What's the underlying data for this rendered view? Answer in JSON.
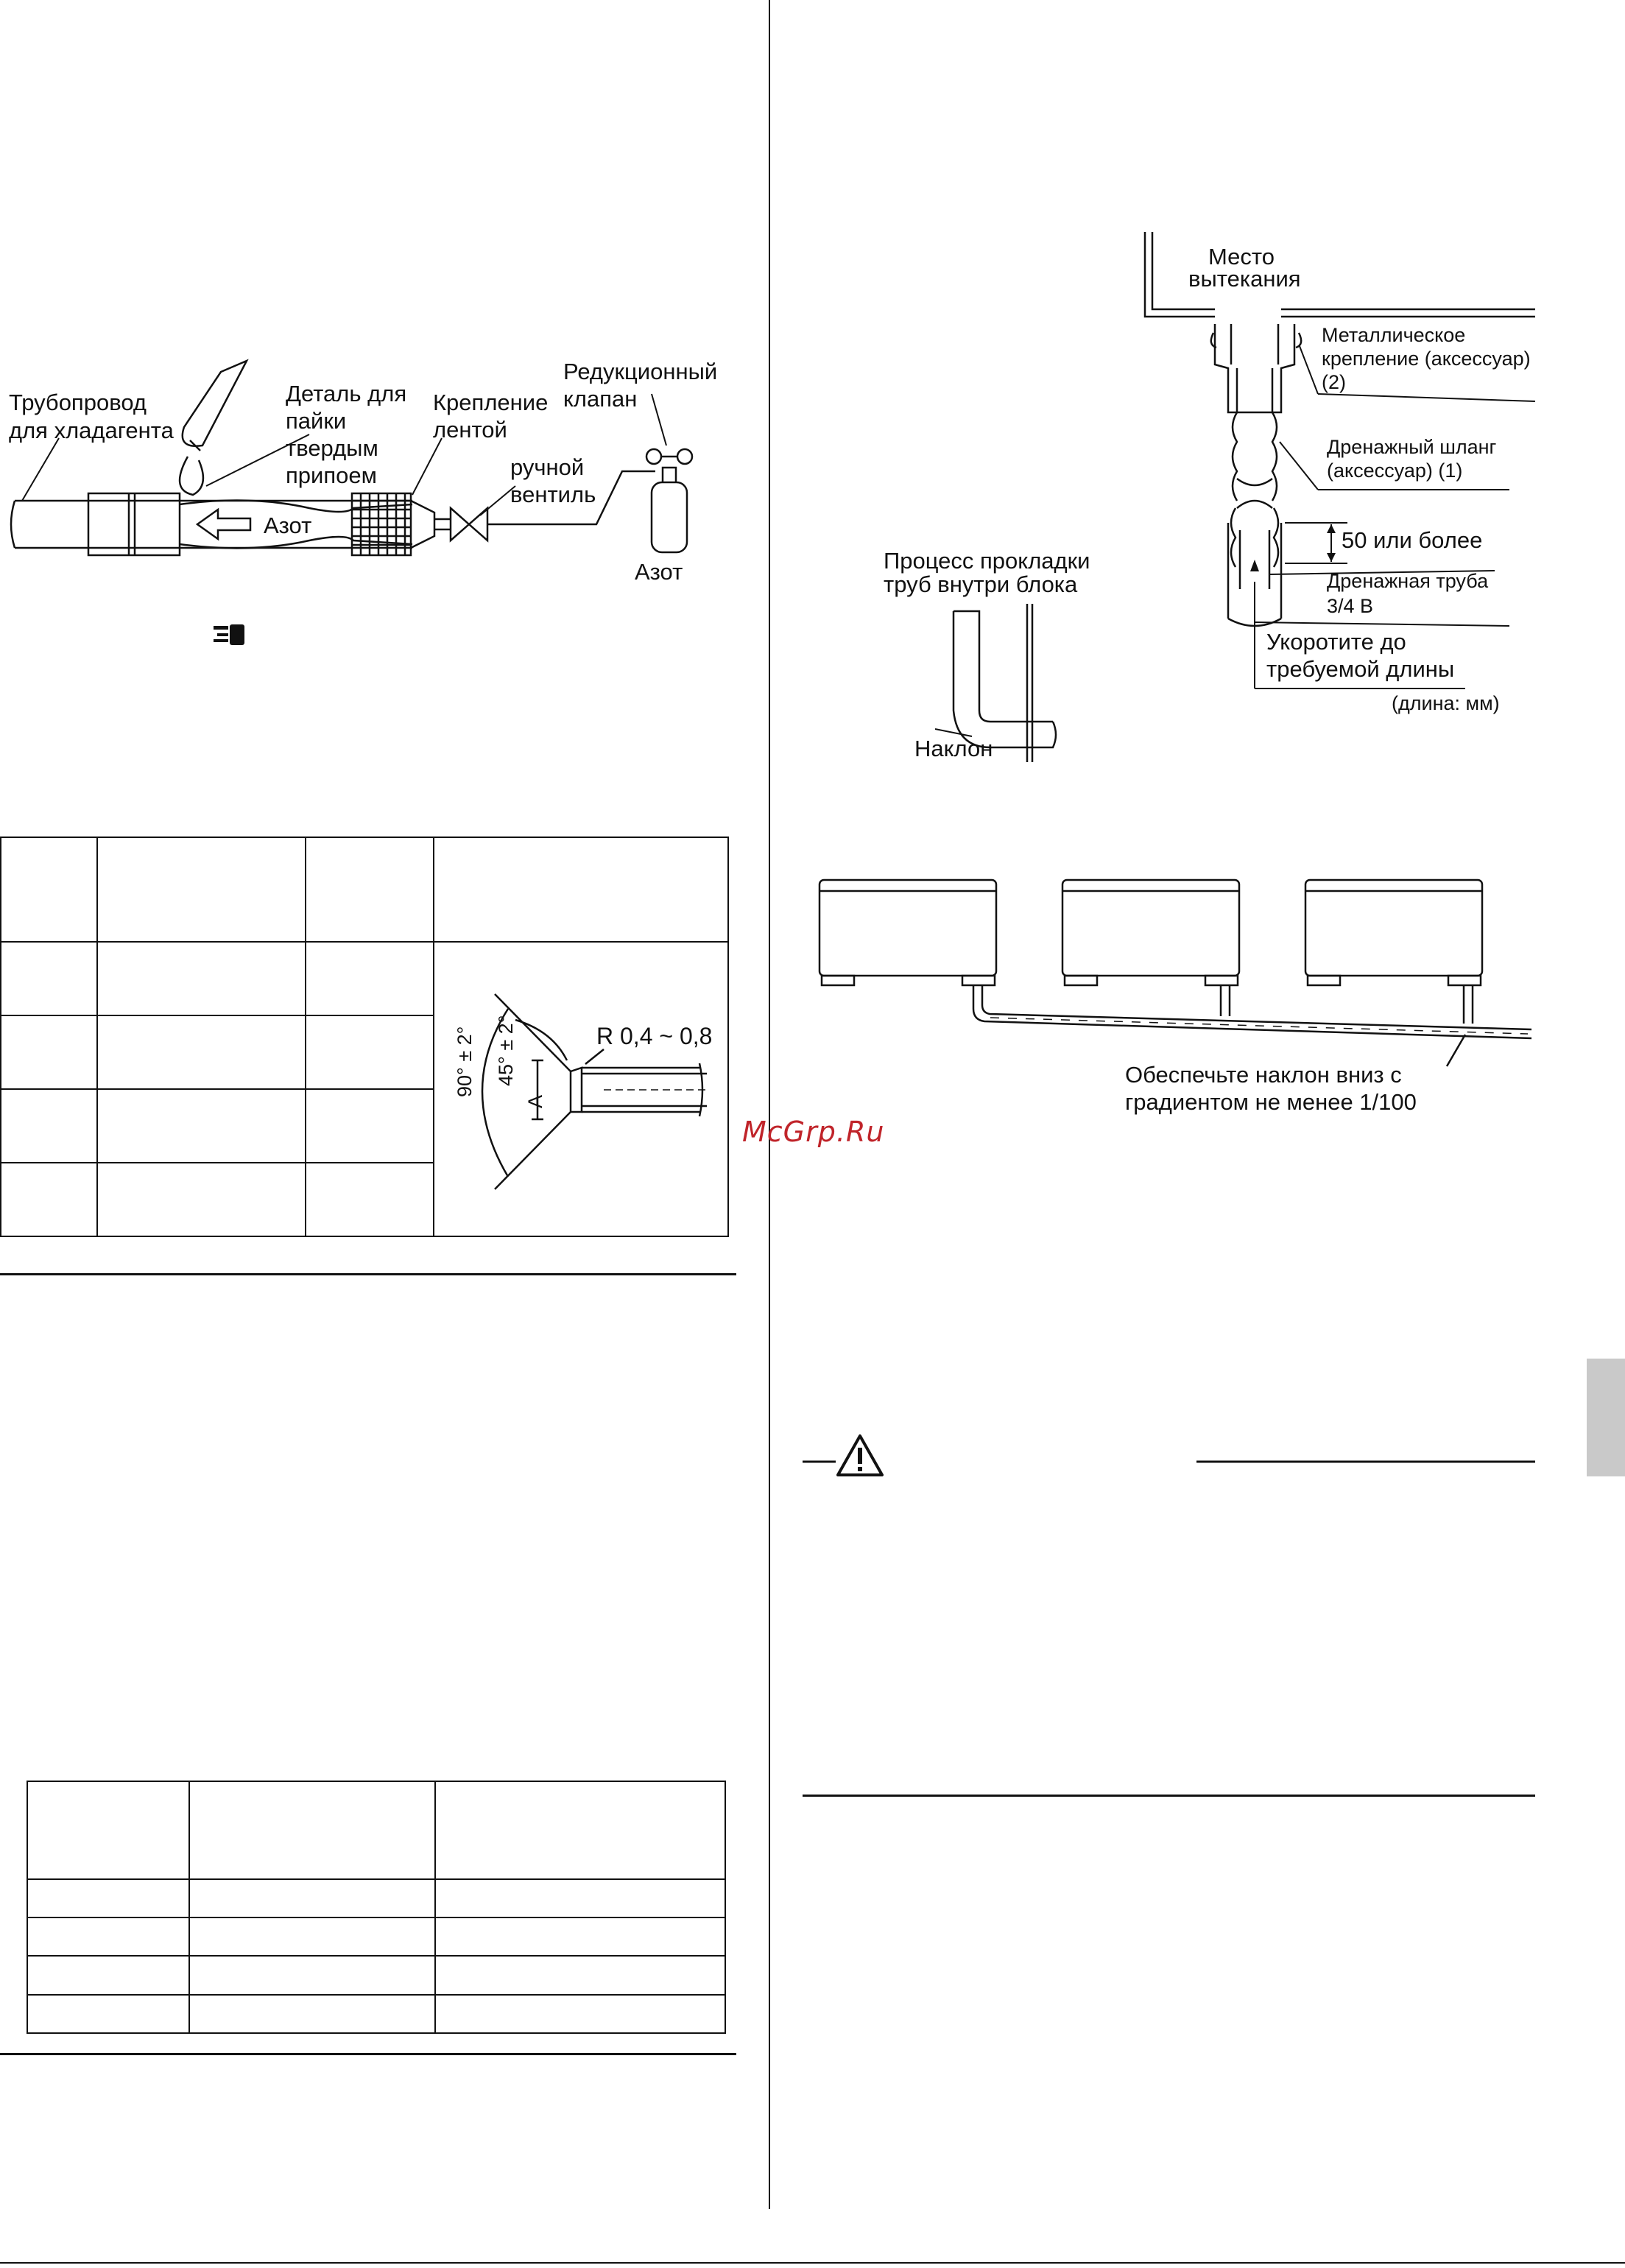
{
  "brazing": {
    "pipe_label_1": "Трубопровод",
    "pipe_label_2": "для хладагента",
    "part_label_1": "Деталь для",
    "part_label_2": "пайки",
    "part_label_3": "твердым",
    "part_label_4": "припоем",
    "tape_label_1": "Крепление",
    "tape_label_2": "лентой",
    "valve_label_1": "ручной",
    "valve_label_2": "вентиль",
    "reducer_label_1": "Редукционный",
    "reducer_label_2": "клапан",
    "nitrogen_flow": "Азот",
    "nitrogen_tank": "Азот"
  },
  "flare": {
    "radius": "R 0,4 ~ 0,8",
    "angle_90": "90° ± 2°",
    "angle_45": "45° ± 2°",
    "dim_a": "A"
  },
  "drain": {
    "leak_place_1": "Место",
    "leak_place_2": "вытекания",
    "metal_clamp_1": "Металлическое",
    "metal_clamp_2": "крепление (аксессуар)",
    "metal_clamp_3": "(2)",
    "drain_hose_1": "Дренажный шланг",
    "drain_hose_2": "(аксессуар) (1)",
    "min_length": "50 или более",
    "drain_pipe_1": "Дренажная труба",
    "drain_pipe_2": "3/4 B",
    "cut_1": "Укоротите до",
    "cut_2": "требуемой длины",
    "unit_note": "(длина: мм)",
    "routing_1": "Процесс прокладки",
    "routing_2": "труб внутри блока",
    "slope": "Наклон"
  },
  "gradient": {
    "note_1": "Обеспечьте наклон вниз с",
    "note_2": "градиентом не менее 1/100"
  },
  "watermark": "McGrp.Ru"
}
